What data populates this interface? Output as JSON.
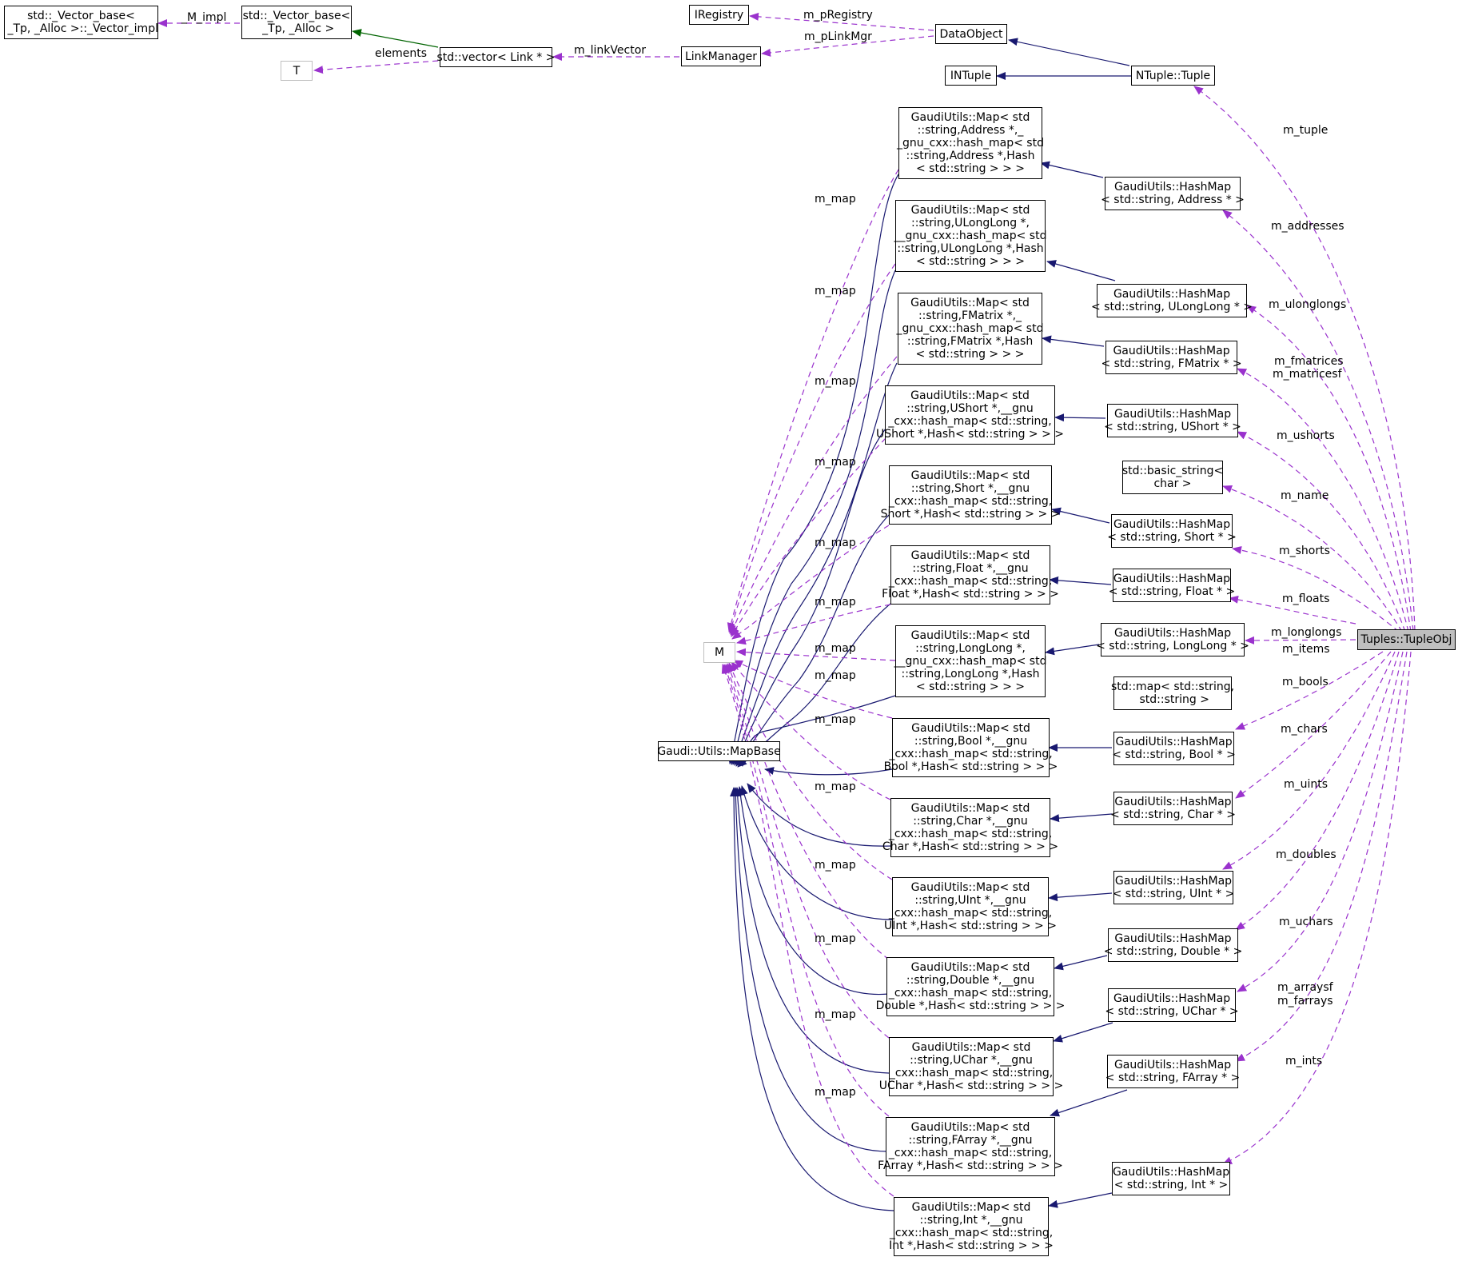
{
  "colors": {
    "inheritance_public": "#191970",
    "inheritance_private": "#006400",
    "usage": "#9a32cd",
    "focus_fill": "#bfbfbf"
  },
  "nodes": {
    "vector_impl": "std::_Vector_base<\n _Tp, _Alloc >::_Vector_impl",
    "vector_base": "std::_Vector_base<\n _Tp, _Alloc >",
    "T": "T",
    "vector_link": "std::vector< Link * >",
    "link_manager": "LinkManager",
    "iregistry": "IRegistry",
    "data_object": "DataObject",
    "intuple": "INTuple",
    "ntuple_tuple": "NTuple::Tuple",
    "M": "M",
    "map_base": "Gaudi::Utils::MapBase",
    "tuple_obj": "Tuples::TupleObj",
    "map_address": "GaudiUtils::Map< std\n::string,Address *,_\n_gnu_cxx::hash_map< std\n::string,Address *,Hash\n< std::string > > >",
    "map_ulonglong": "GaudiUtils::Map< std\n::string,ULongLong *,\n__gnu_cxx::hash_map< std\n::string,ULongLong *,Hash\n< std::string > > >",
    "map_fmatrix": "GaudiUtils::Map< std\n::string,FMatrix *,_\n_gnu_cxx::hash_map< std\n::string,FMatrix *,Hash\n< std::string > > >",
    "map_ushort": "GaudiUtils::Map< std\n::string,UShort *,__gnu\n_cxx::hash_map< std::string,\nUShort *,Hash< std::string > > >",
    "map_short": "GaudiUtils::Map< std\n::string,Short *,__gnu\n_cxx::hash_map< std::string,\nShort *,Hash< std::string > > >",
    "map_float": "GaudiUtils::Map< std\n::string,Float *,__gnu\n_cxx::hash_map< std::string,\nFloat *,Hash< std::string > > >",
    "map_longlong": "GaudiUtils::Map< std\n::string,LongLong *,\n__gnu_cxx::hash_map< std\n::string,LongLong *,Hash\n< std::string > > >",
    "map_bool": "GaudiUtils::Map< std\n::string,Bool *,__gnu\n_cxx::hash_map< std::string,\nBool *,Hash< std::string > > >",
    "map_char": "GaudiUtils::Map< std\n::string,Char *,__gnu\n_cxx::hash_map< std::string,\nChar *,Hash< std::string > > >",
    "map_uint": "GaudiUtils::Map< std\n::string,UInt *,__gnu\n_cxx::hash_map< std::string,\nUInt *,Hash< std::string > > >",
    "map_double": "GaudiUtils::Map< std\n::string,Double *,__gnu\n_cxx::hash_map< std::string,\nDouble *,Hash< std::string > > >",
    "map_uchar": "GaudiUtils::Map< std\n::string,UChar *,__gnu\n_cxx::hash_map< std::string,\nUChar *,Hash< std::string > > >",
    "map_farray": "GaudiUtils::Map< std\n::string,FArray *,__gnu\n_cxx::hash_map< std::string,\nFArray *,Hash< std::string > > >",
    "map_int": "GaudiUtils::Map< std\n::string,Int *,__gnu\n_cxx::hash_map< std::string,\nInt *,Hash< std::string > > >",
    "hm_address": "GaudiUtils::HashMap\n< std::string, Address * >",
    "hm_ulonglong": "GaudiUtils::HashMap\n< std::string, ULongLong * >",
    "hm_fmatrix": "GaudiUtils::HashMap\n< std::string, FMatrix * >",
    "hm_ushort": "GaudiUtils::HashMap\n< std::string, UShort * >",
    "basic_string": "std::basic_string<\nchar >",
    "hm_short": "GaudiUtils::HashMap\n< std::string, Short * >",
    "hm_float": "GaudiUtils::HashMap\n< std::string, Float * >",
    "hm_longlong": "GaudiUtils::HashMap\n< std::string, LongLong * >",
    "std_map": "std::map< std::string,\n std::string >",
    "hm_bool": "GaudiUtils::HashMap\n< std::string, Bool * >",
    "hm_char": "GaudiUtils::HashMap\n< std::string, Char * >",
    "hm_uint": "GaudiUtils::HashMap\n< std::string, UInt * >",
    "hm_double": "GaudiUtils::HashMap\n< std::string, Double * >",
    "hm_uchar": "GaudiUtils::HashMap\n< std::string, UChar * >",
    "hm_farray": "GaudiUtils::HashMap\n< std::string, FArray * >",
    "hm_int": "GaudiUtils::HashMap\n< std::string, Int * >"
  },
  "edge_labels": {
    "m_impl": "_M_impl",
    "elements": "elements",
    "m_linkVector": "m_linkVector",
    "m_pRegistry": "m_pRegistry",
    "m_pLinkMgr": "m_pLinkMgr",
    "m_tuple": "m_tuple",
    "m_addresses": "m_addresses",
    "m_ulonglongs": "m_ulonglongs",
    "m_fmatrices": "m_fmatrices",
    "m_matricesf": "m_matricesf",
    "m_ushorts": "m_ushorts",
    "m_name": "m_name",
    "m_shorts": "m_shorts",
    "m_floats": "m_floats",
    "m_longlongs": "m_longlongs",
    "m_items": "m_items",
    "m_bools": "m_bools",
    "m_chars": "m_chars",
    "m_uints": "m_uints",
    "m_doubles": "m_doubles",
    "m_uchars": "m_uchars",
    "m_arraysf": "m_arraysf",
    "m_farrays": "m_farrays",
    "m_ints": "m_ints",
    "m_map": "m_map"
  }
}
